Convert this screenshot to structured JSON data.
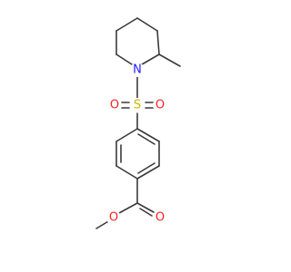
{
  "molecule": {
    "atoms": {
      "nitrogen": {
        "symbol": "N",
        "color": "#2020ff"
      },
      "sulfur": {
        "symbol": "S",
        "color": "#c8b400"
      },
      "sulfonyl_oxygen_left": {
        "symbol": "O",
        "color": "#ff2020"
      },
      "sulfonyl_oxygen_right": {
        "symbol": "O",
        "color": "#ff2020"
      },
      "ester_carbonyl_oxygen": {
        "symbol": "O",
        "color": "#ff2020"
      },
      "ester_ether_oxygen": {
        "symbol": "O",
        "color": "#ff2020"
      }
    },
    "bond_color": "#3a3a3a"
  }
}
